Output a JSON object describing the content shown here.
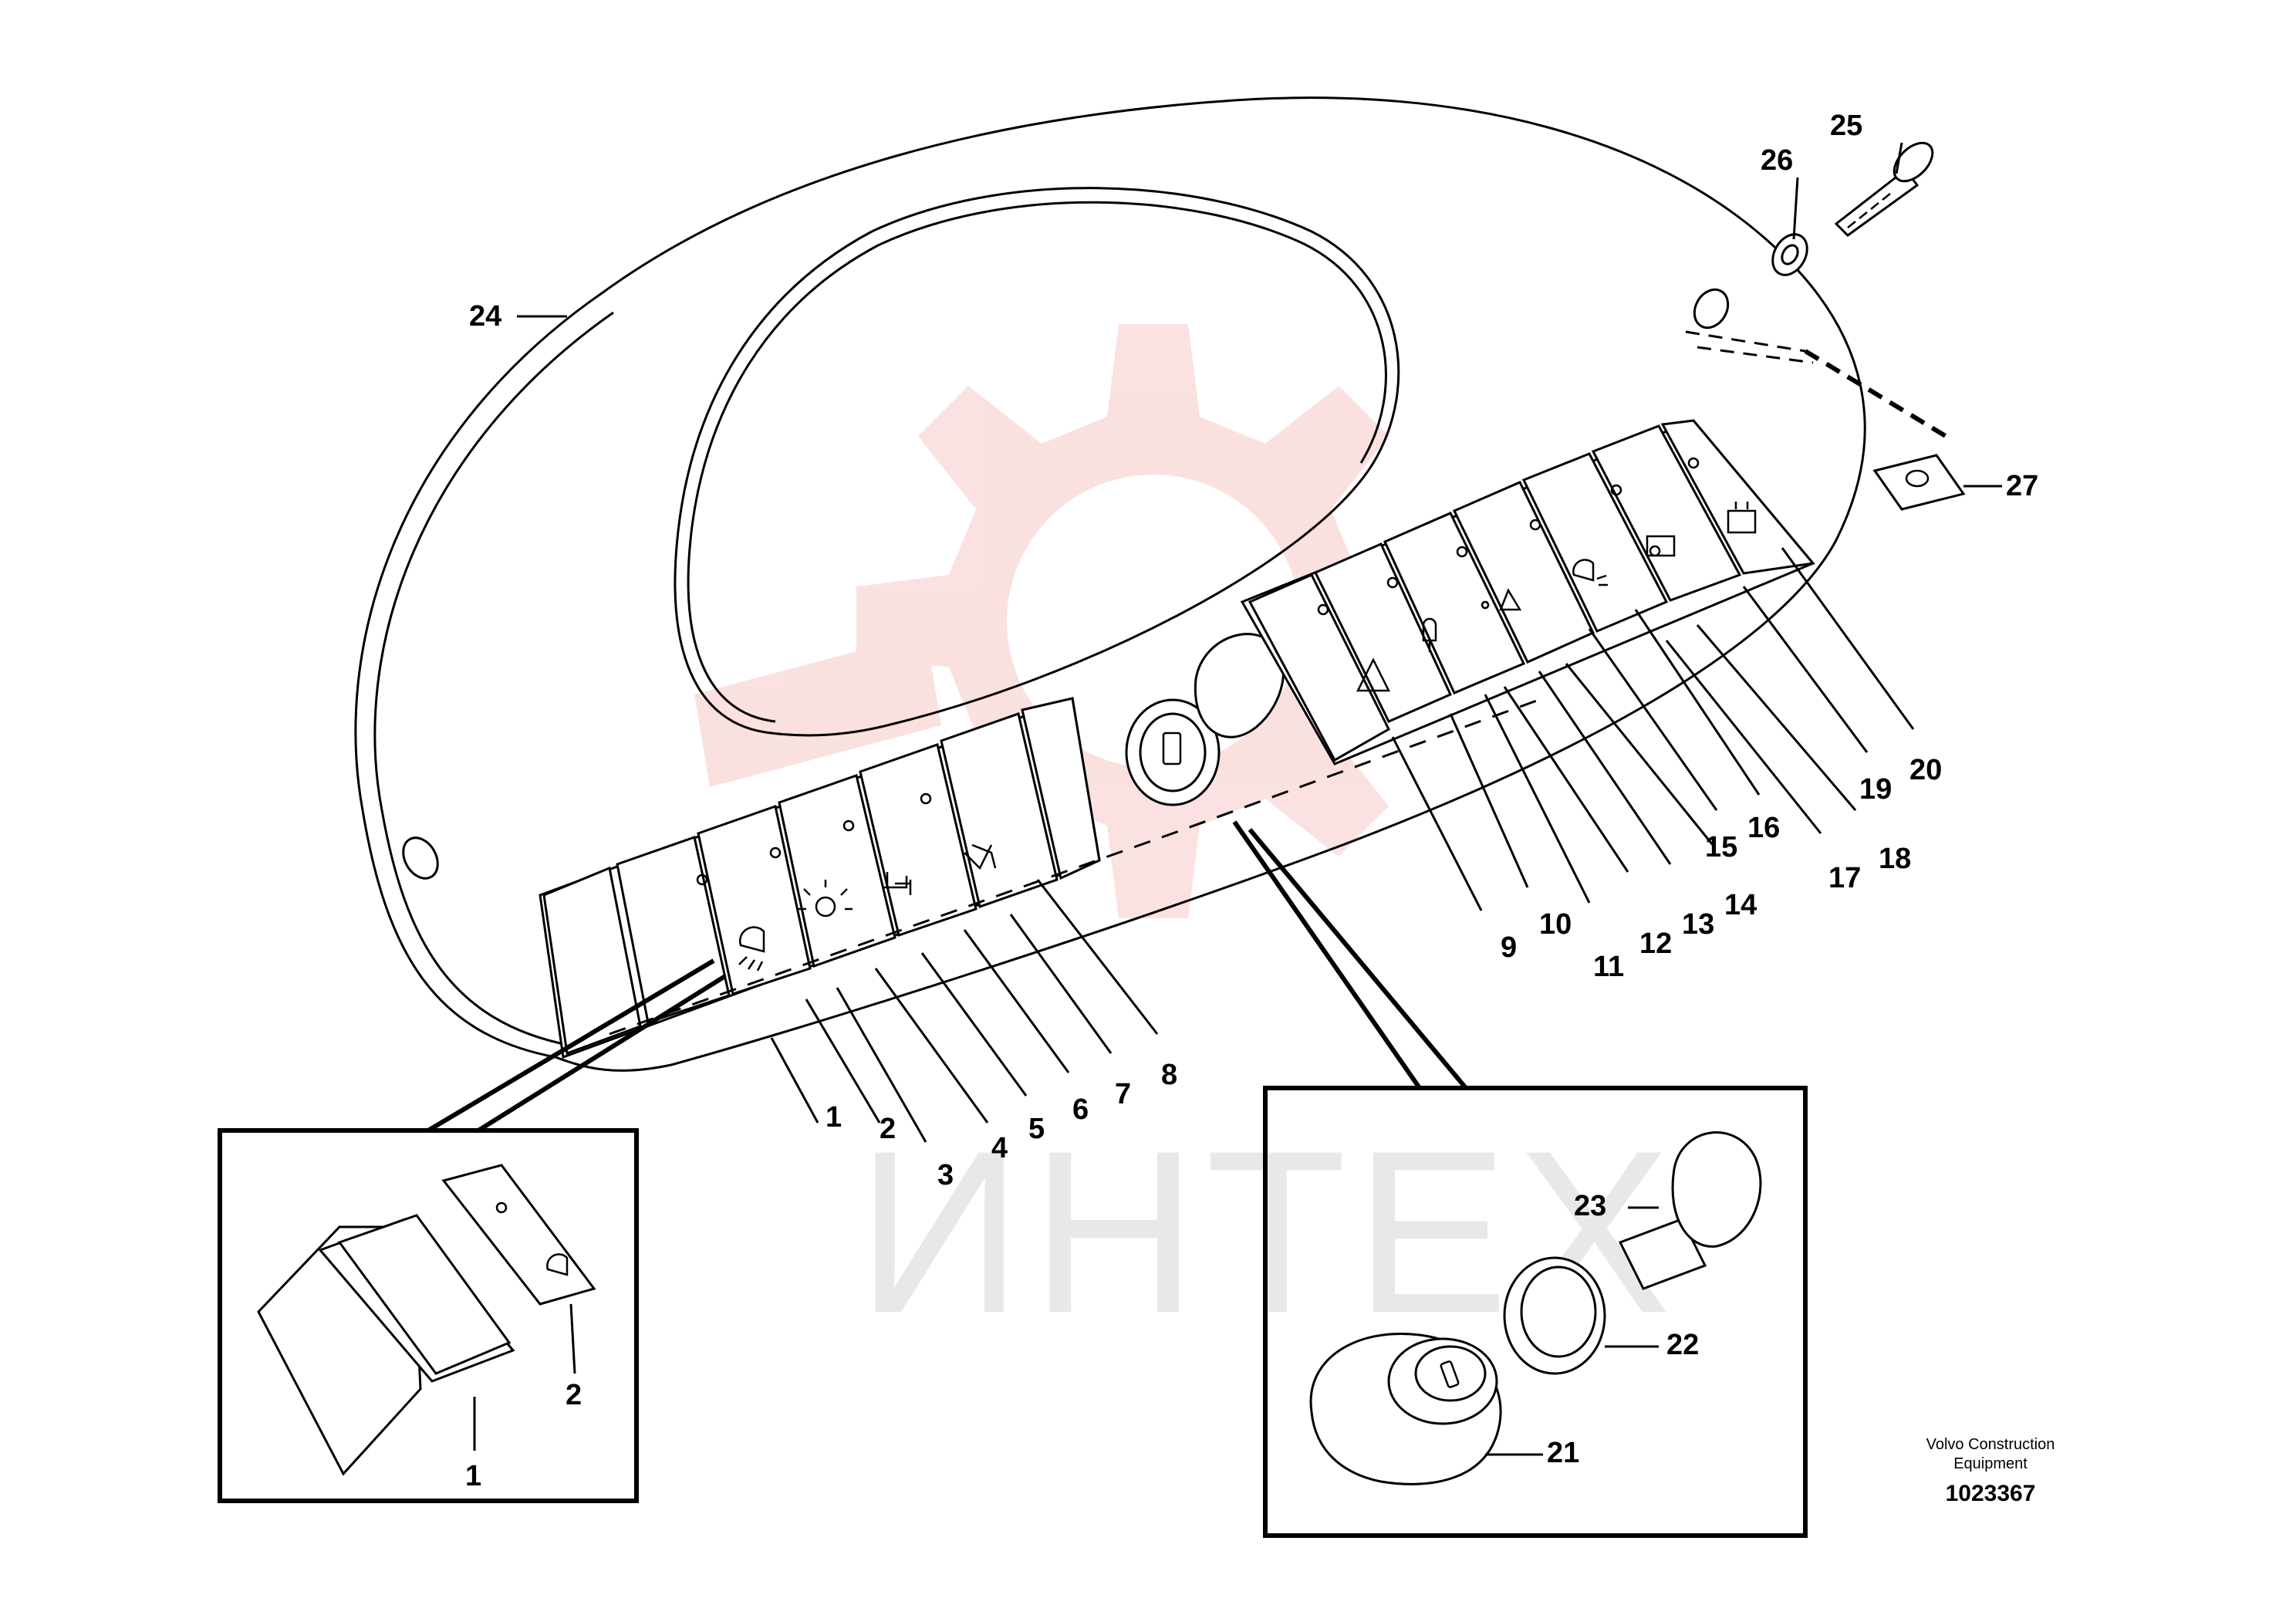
{
  "watermark_text": "ИНТЕХ",
  "credit": {
    "line1": "Volvo Construction",
    "line2": "Equipment",
    "document_number": "1023367"
  },
  "callouts": [
    {
      "id": "1",
      "text": "1"
    },
    {
      "id": "2",
      "text": "2"
    },
    {
      "id": "3",
      "text": "3"
    },
    {
      "id": "4",
      "text": "4"
    },
    {
      "id": "5",
      "text": "5"
    },
    {
      "id": "6",
      "text": "6"
    },
    {
      "id": "7",
      "text": "7"
    },
    {
      "id": "8",
      "text": "8"
    },
    {
      "id": "9",
      "text": "9"
    },
    {
      "id": "10",
      "text": "10"
    },
    {
      "id": "11",
      "text": "11"
    },
    {
      "id": "12",
      "text": "12"
    },
    {
      "id": "13",
      "text": "13"
    },
    {
      "id": "14",
      "text": "14"
    },
    {
      "id": "15",
      "text": "15"
    },
    {
      "id": "16",
      "text": "16"
    },
    {
      "id": "17",
      "text": "17"
    },
    {
      "id": "18",
      "text": "18"
    },
    {
      "id": "19",
      "text": "19"
    },
    {
      "id": "20",
      "text": "20"
    },
    {
      "id": "21",
      "text": "21"
    },
    {
      "id": "22",
      "text": "22"
    },
    {
      "id": "23",
      "text": "23"
    },
    {
      "id": "24",
      "text": "24"
    },
    {
      "id": "25",
      "text": "25"
    },
    {
      "id": "26",
      "text": "26"
    },
    {
      "id": "27",
      "text": "27"
    },
    {
      "id": "detail-1",
      "text": "1"
    },
    {
      "id": "detail-2",
      "text": "2"
    }
  ],
  "colors": {
    "line": "#000000",
    "watermark_gear": "#f8c8c8",
    "watermark_text": "#e8e8e8"
  }
}
